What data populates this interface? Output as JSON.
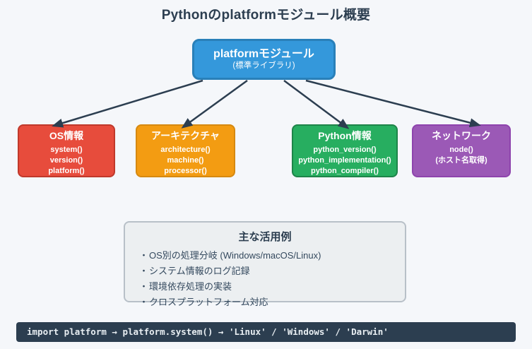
{
  "page": {
    "title": "Pythonのplatformモジュール概要",
    "background_color": "#f5f7fa",
    "text_color": "#2c3e50"
  },
  "root_node": {
    "title": "platformモジュール",
    "subtitle": "(標準ライブラリ)",
    "fill": "#3498db",
    "border": "#2980b9"
  },
  "branches": [
    {
      "title": "OS情報",
      "items": [
        "system()",
        "version()",
        "platform()"
      ],
      "fill": "#e74c3c",
      "border": "#c0392b"
    },
    {
      "title": "アーキテクチャ",
      "items": [
        "architecture()",
        "machine()",
        "processor()"
      ],
      "fill": "#f39c12",
      "border": "#d68910"
    },
    {
      "title": "Python情報",
      "items": [
        "python_version()",
        "python_implementation()",
        "python_compiler()"
      ],
      "fill": "#27ae60",
      "border": "#1e8449"
    },
    {
      "title": "ネットワーク",
      "items": [
        "node()",
        "(ホスト名取得)"
      ],
      "fill": "#9b59b6",
      "border": "#8e44ad"
    }
  ],
  "use_cases": {
    "title": "主な活用例",
    "bullet": "・",
    "items": [
      "OS別の処理分岐 (Windows/macOS/Linux)",
      "システム情報のログ記録",
      "環境依存処理の実装",
      "クロスプラットフォーム対応"
    ],
    "fill": "#eceff1",
    "border": "#b8c0c8"
  },
  "code_bar": {
    "text": "import platform → platform.system() → 'Linux' / 'Windows' / 'Darwin'",
    "fill": "#2c3e50",
    "text_color": "#e8eef2"
  },
  "arrow_color": "#2c3e50"
}
